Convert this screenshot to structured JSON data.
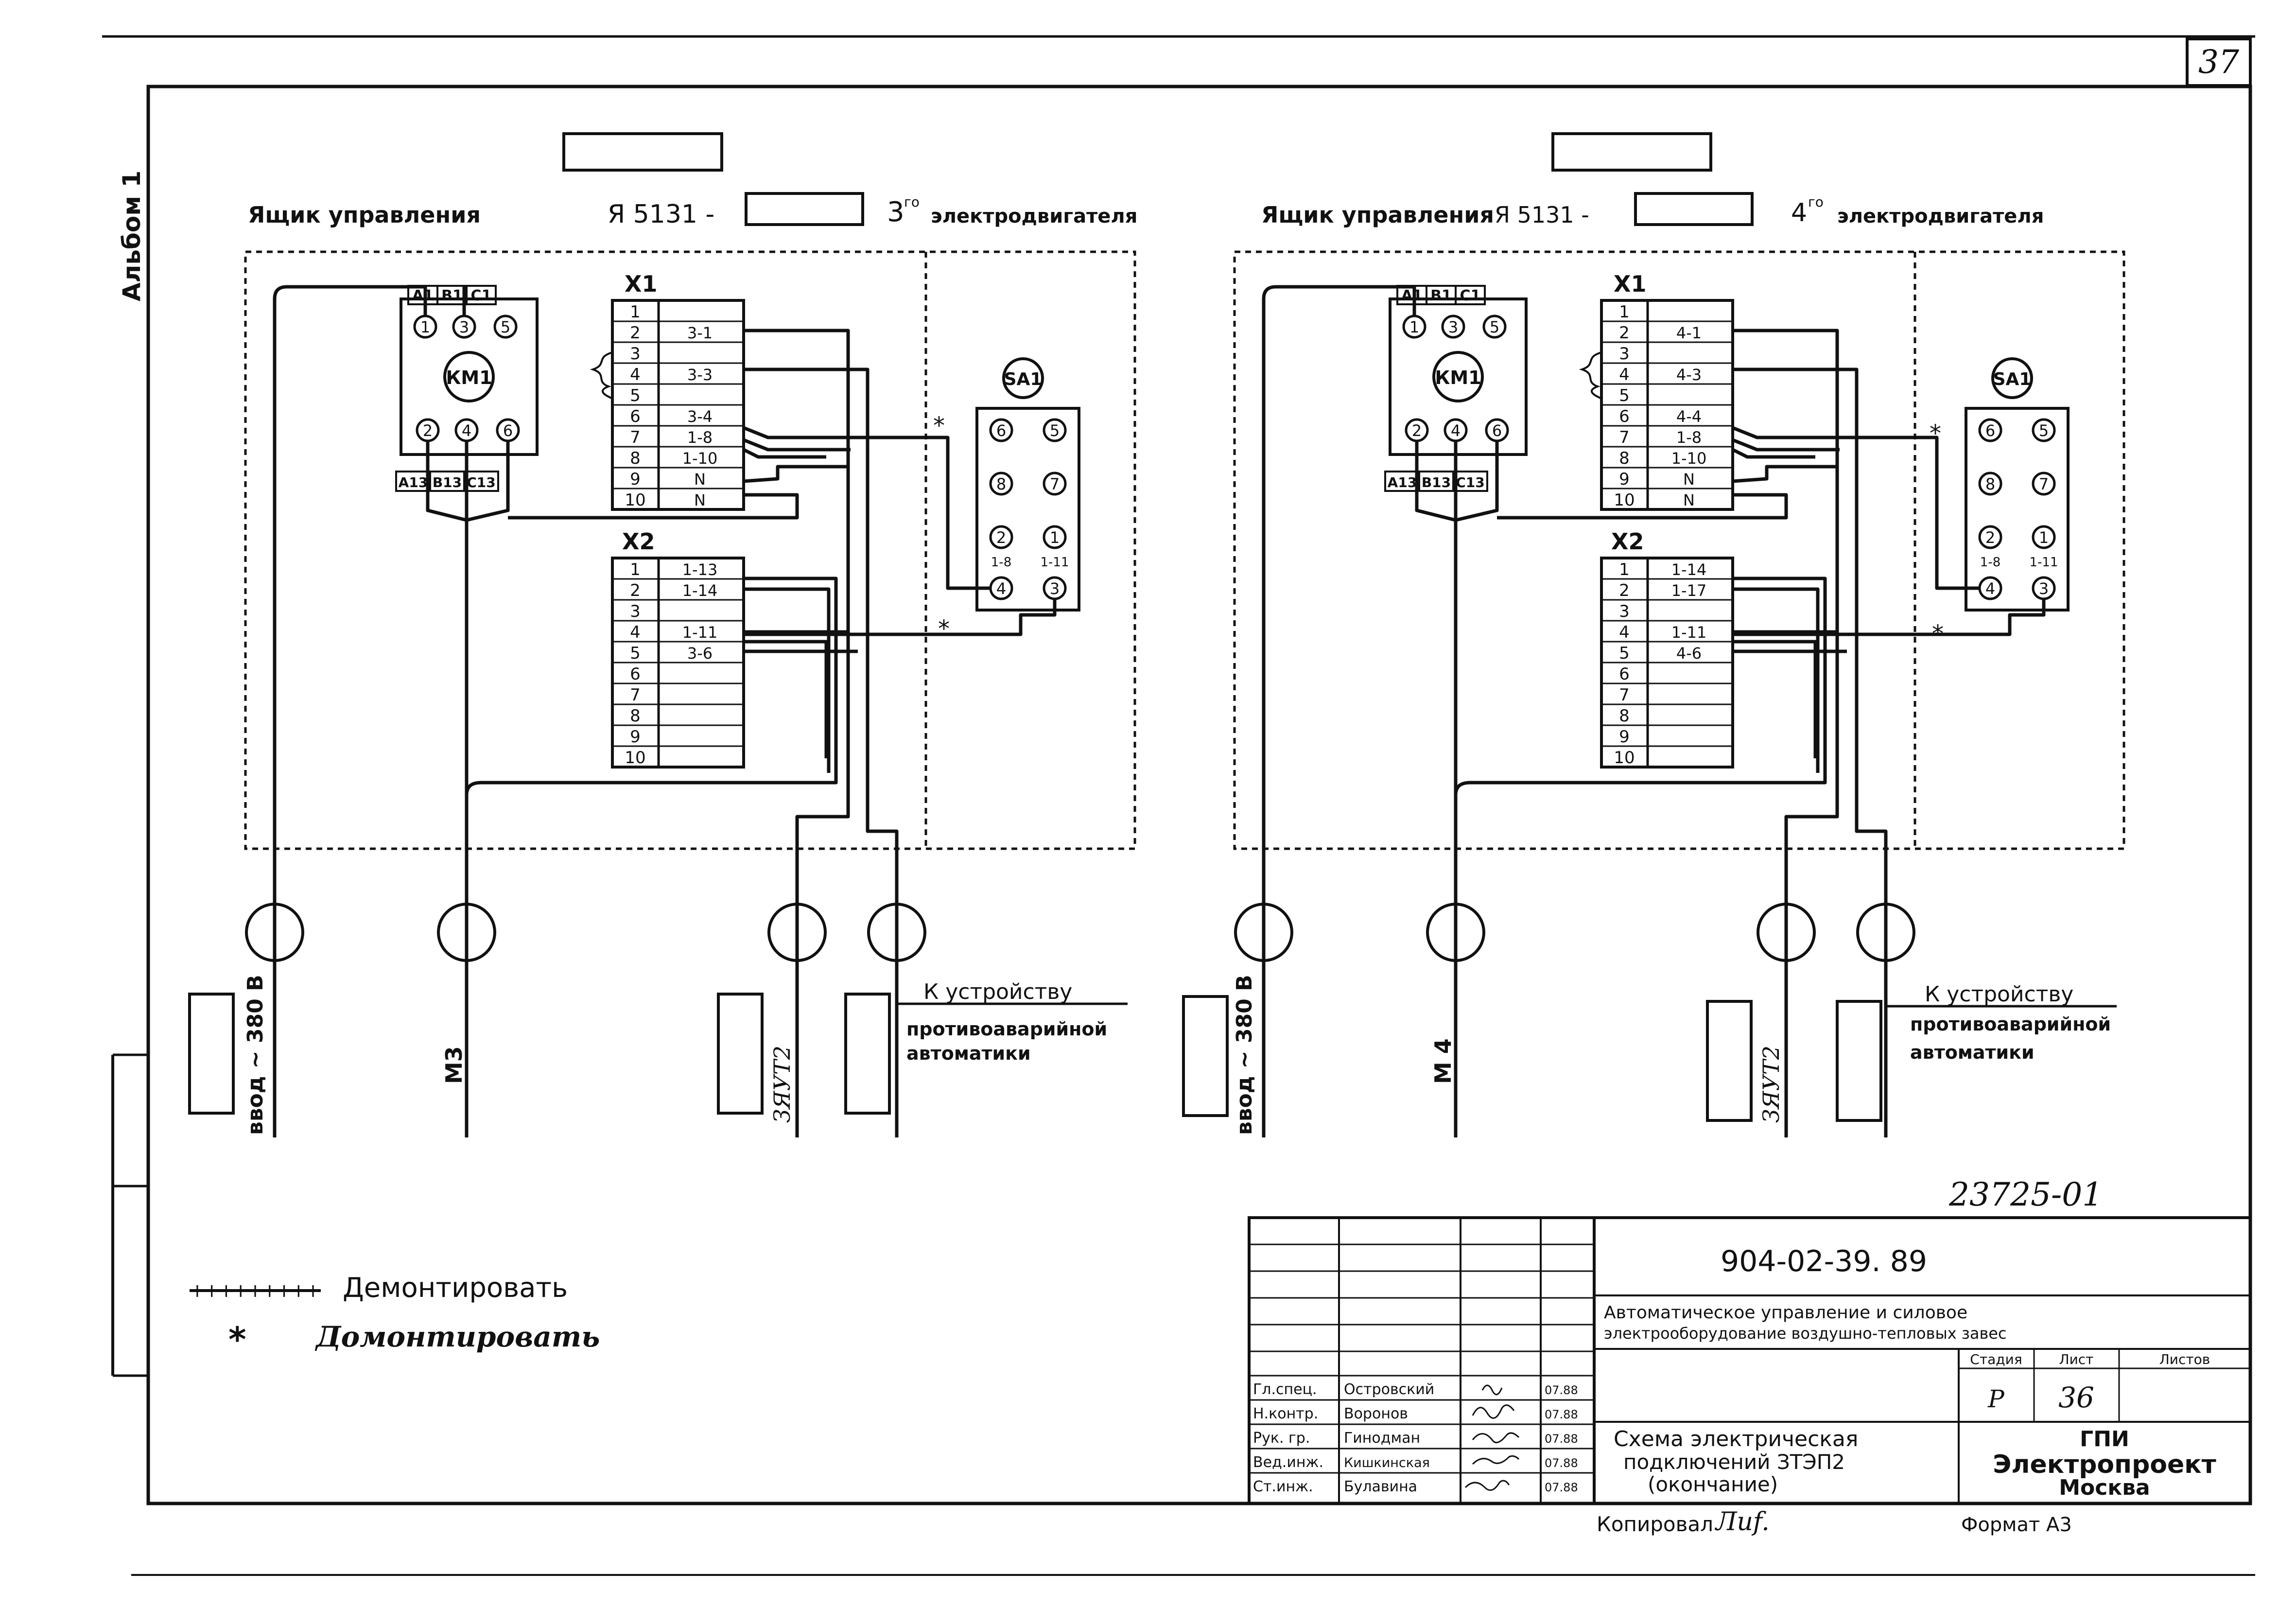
{
  "page_number": "37",
  "album_label": "Альбом 1",
  "panels": [
    {
      "title_left": "Ящик управления",
      "title_type": "Я 5131 -",
      "title_ordinal": "3",
      "title_ordinal_sup": "го",
      "title_right": "электродвигателя",
      "contactor": {
        "label": "КМ1",
        "top_phases": [
          "А1",
          "В1",
          "С1"
        ],
        "top_terminals": [
          "1",
          "3",
          "5"
        ],
        "bottom_terminals": [
          "2",
          "4",
          "6"
        ],
        "bottom_phases": [
          "А13",
          "В13",
          "С13"
        ]
      },
      "x1": {
        "label": "Х1",
        "numbers": [
          "1",
          "2",
          "3",
          "4",
          "5",
          "6",
          "7",
          "8",
          "9",
          "10"
        ],
        "marks": [
          "",
          "3-1",
          "",
          "3-3",
          "",
          "3-4",
          "1-8",
          "1-10",
          "N",
          "N"
        ]
      },
      "x2": {
        "label": "Х2",
        "numbers": [
          "1",
          "2",
          "3",
          "4",
          "5",
          "6",
          "7",
          "8",
          "9",
          "10"
        ],
        "marks": [
          "1-13",
          "1-14",
          "",
          "1-11",
          "3-6",
          "",
          "",
          "",
          "",
          ""
        ]
      },
      "switch": {
        "label": "SA1",
        "row1": [
          "6",
          "5"
        ],
        "row2": [
          "8",
          "7"
        ],
        "row3": [
          "2",
          "1"
        ],
        "wire_left": "1-8",
        "wire_right": "1-11",
        "row4": [
          "4",
          "3"
        ]
      },
      "cables": {
        "input": "ввод ~ 380 В",
        "motor": "М3",
        "heater": "ЗЯУТ2",
        "to_device": "К устройству",
        "device_line1": "противоаварийной",
        "device_line2": "автоматики"
      }
    },
    {
      "title_left": "Ящик управления",
      "title_type": "Я 5131 -",
      "title_ordinal": "4",
      "title_ordinal_sup": "го",
      "title_right": "электродвигателя",
      "contactor": {
        "label": "КМ1",
        "top_phases": [
          "А1",
          "В1",
          "С1"
        ],
        "top_terminals": [
          "1",
          "3",
          "5"
        ],
        "bottom_terminals": [
          "2",
          "4",
          "6"
        ],
        "bottom_phases": [
          "А13",
          "В13",
          "С13"
        ]
      },
      "x1": {
        "label": "Х1",
        "numbers": [
          "1",
          "2",
          "3",
          "4",
          "5",
          "6",
          "7",
          "8",
          "9",
          "10"
        ],
        "marks": [
          "",
          "4-1",
          "",
          "4-3",
          "",
          "4-4",
          "1-8",
          "1-10",
          "N",
          "N"
        ]
      },
      "x2": {
        "label": "Х2",
        "numbers": [
          "1",
          "2",
          "3",
          "4",
          "5",
          "6",
          "7",
          "8",
          "9",
          "10"
        ],
        "marks": [
          "1-14",
          "1-17",
          "",
          "1-11",
          "4-6",
          "",
          "",
          "",
          "",
          ""
        ]
      },
      "switch": {
        "label": "SA1",
        "row1": [
          "6",
          "5"
        ],
        "row2": [
          "8",
          "7"
        ],
        "row3": [
          "2",
          "1"
        ],
        "wire_left": "1-8",
        "wire_right": "1-11",
        "row4": [
          "4",
          "3"
        ]
      },
      "cables": {
        "input": "ввод ~ 380 В",
        "motor": "М 4",
        "heater": "ЗЯУТ2",
        "to_device": "К устройству",
        "device_line1": "противоаварийной",
        "device_line2": "автоматики"
      }
    }
  ],
  "legend": {
    "dismantle_symbol": "+++++++++",
    "dismantle": "Демонтировать",
    "mount_symbol": "*",
    "mount": "Домонтировать"
  },
  "inventory_number": "23725-01",
  "stamp": {
    "doc_code": "904-02-39. 89",
    "title_line1": "Автоматическое управление и силовое",
    "title_line2": "электрооборудование воздушно-тепловых завес",
    "stage_header": "Стадия",
    "sheet_header": "Лист",
    "sheets_header": "Листов",
    "stage": "Р",
    "sheet": "36",
    "roles": [
      {
        "role": "Гл.спец.",
        "name": "Островский",
        "date": "07.88"
      },
      {
        "role": "Н.контр.",
        "name": "Воронов",
        "date": "07.88"
      },
      {
        "role": "Рук. гр.",
        "name": "Гинодман",
        "date": "07.88"
      },
      {
        "role": "Вед.инж.",
        "name": "Кишкинская",
        "date": "07.88"
      },
      {
        "role": "Ст.инж.",
        "name": "Булавина",
        "date": "07.88"
      }
    ],
    "drawing_line1": "Схема электрическая",
    "drawing_line2": "подключений ЗТЭП2",
    "drawing_line3": "(окончание)",
    "org_line1": "ГПИ",
    "org_line2": "Электропроект",
    "org_line3": "Москва"
  },
  "copied": "Копировал",
  "copied_sign": "Лиf.",
  "format": "Формат А3"
}
